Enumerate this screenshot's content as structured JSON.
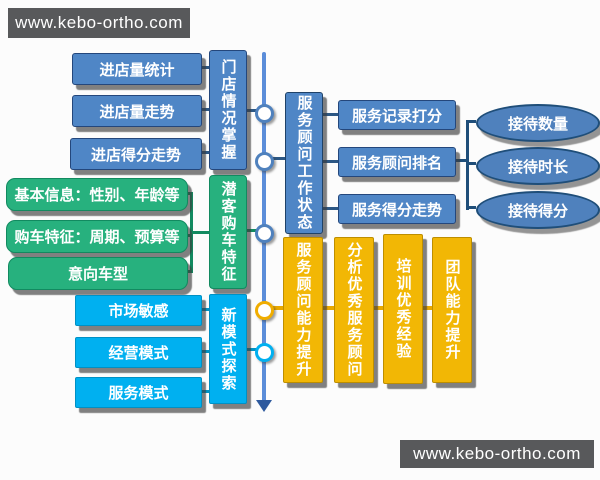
{
  "watermark": {
    "text": "www.kebo-ortho.com"
  },
  "colors": {
    "box_blue": "#4f86c6",
    "box_green": "#27b17e",
    "box_cyan": "#00b0f0",
    "box_yellow": "#f2b705",
    "watermark_gray": "#58595b",
    "timeline_blue": "#5b8dd9"
  },
  "groups": {
    "store": {
      "summary": "门店情况掌握",
      "items": [
        "进店量统计",
        "进店量走势",
        "进店得分走势"
      ]
    },
    "prospect": {
      "summary": "潜客购车特征",
      "items": [
        "基本信息：性别、年龄等",
        "购车特征：周期、预算等",
        "意向车型"
      ]
    },
    "new_mode": {
      "summary": "新模式探索",
      "items": [
        "市场敏感",
        "经营模式",
        "服务模式"
      ]
    },
    "advisor_status": {
      "summary": "服务顾问工作状态",
      "items": [
        "服务记录打分",
        "服务顾问排名",
        "服务得分走势"
      ],
      "metrics": [
        "接待数量",
        "接待时长",
        "接待得分"
      ]
    },
    "improvement": {
      "steps": [
        "服务顾问能力提升",
        "分析优秀服务顾问",
        "培训优秀经验",
        "团队能力提升"
      ]
    }
  }
}
